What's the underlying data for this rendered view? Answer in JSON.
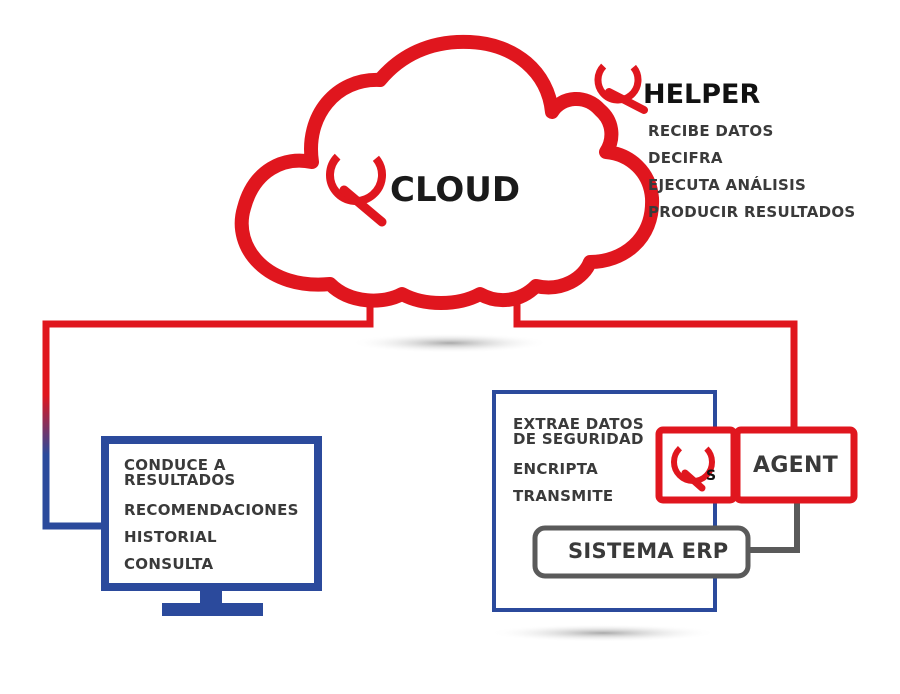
{
  "cloud": {
    "label": "CLOUD",
    "logo": "q-logo"
  },
  "helper": {
    "label": "HELPER",
    "logo": "q-logo",
    "items": [
      "RECIBE DATOS",
      "DECIFRA",
      "EJECUTA ANÁLISIS",
      "PRODUCIR RESULTADOS"
    ]
  },
  "monitor": {
    "items": [
      "CONDUCE A\nRESULTADOS",
      "RECOMENDACIONES",
      "HISTORIAL",
      "CONSULTA"
    ]
  },
  "server": {
    "items": [
      "EXTRAE DATOS\nDE SEGURIDAD",
      "ENCRIPTA",
      "TRANSMITE"
    ],
    "erp_label": "SISTEMA ERP",
    "agent_label": "AGENT",
    "qs_letter": "S"
  },
  "colors": {
    "red": "#e0161e",
    "blue": "#2b4a9c",
    "gray": "#5a5a5a",
    "text": "#3a3a3a"
  }
}
